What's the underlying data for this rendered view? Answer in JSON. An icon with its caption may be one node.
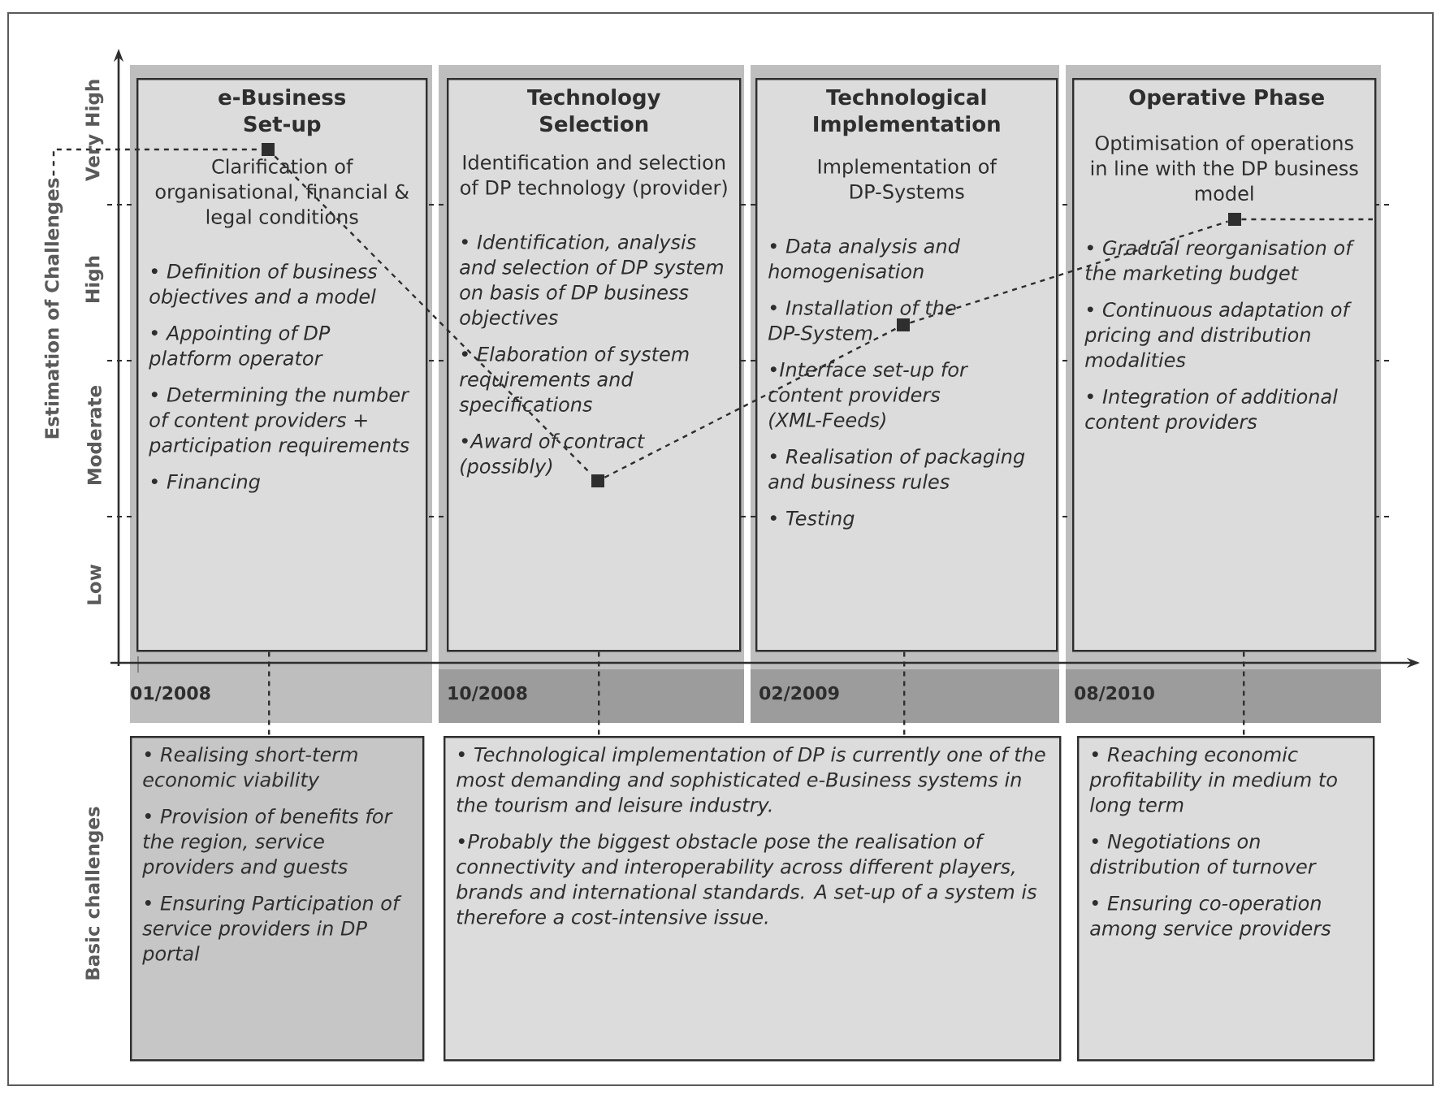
{
  "diagram": {
    "nodes": [
      {
        "text": [
          "e-Business Set-up",
          "Clarification of organisational, financial & legal conditions",
          "• Definition of business objectives and a model",
          "• Appointing of DP platform operator",
          "• Determining the number of content providers +  participation requirements",
          "• Financing"
        ]
      },
      {
        "text": [
          "Technology Selection",
          "Identification and selection of DP technology (provider)",
          "• Identification, analysis and selection of DP system on basis of DP business objectives",
          "• Elaboration of system requirements and specifications",
          "•Award of contract (possibly)"
        ]
      },
      {
        "text": [
          "Technological Implementation",
          "Implementation of DP-Systems",
          "• Data analysis and homogenisation",
          "• Installation of the DP-System",
          "•Interface set-up for content providers (XML-Feeds)",
          "• Realisation of packaging and business rules",
          "• Testing"
        ]
      },
      {
        "text": [
          "Operative Phase",
          "Optimisation of operations in line with the DP business model",
          "• Gradual reorganisation of the marketing budget",
          "• Continuous adaptation of pricing and distribution modalities",
          "• Integration of additional content providers"
        ]
      },
      {
        "text": [
          "• Realising short-term economic viability",
          "• Provision of benefits for the region, service providers and guests",
          "• Ensuring Participation of service providers in DP portal"
        ]
      },
      {
        "text": [
          "• Technological implementation of DP is currently one of the most demanding and sophisticated e-Business systems in the tourism and leisure industry.",
          "•Probably the biggest obstacle pose the realisation of connectivity and interoperability across different players, brands and international standards. A set-up of a system is therefore a cost-intensive issue."
        ]
      },
      {
        "text": [
          "• Reaching economic profitability in medium to long term",
          "• Negotiations on distribution of turnover",
          "• Ensuring co-operation among service providers"
        ]
      },
      {
        "text": [],
        "shape": "box",
        "in": 0
      },
      {
        "text": [],
        "shape": "box",
        "in": 1
      },
      {
        "text": [],
        "shape": "box",
        "in": 2
      },
      {
        "text": [],
        "shape": "box",
        "in": 3
      },
      {
        "text": [
          "Estimation of Challenges"
        ]
      }
    ],
    "edges": [
      {
        "from": 0,
        "to": 4,
        "arrow": "none",
        "style": "dashed"
      },
      {
        "from": 1,
        "to": 5,
        "arrow": "none",
        "style": "dashed"
      },
      {
        "from": 2,
        "to": 5,
        "arrow": "none",
        "style": "dashed"
      },
      {
        "from": 3,
        "to": 6,
        "arrow": "none",
        "style": "dashed"
      },
      {
        "from": 11,
        "to": 7,
        "arrow": "none",
        "style": "dashed"
      },
      {
        "from": 7,
        "to": 8,
        "arrow": "none",
        "style": "dashed"
      },
      {
        "from": 8,
        "to": 9,
        "arrow": "none",
        "style": "dashed"
      },
      {
        "from": 9,
        "to": 10,
        "arrow": "none",
        "style": "dashed"
      },
      {
        "from": 10,
        "to": null,
        "arrow": "none",
        "style": "dashed"
      }
    ],
    "labels": [
      "Very High",
      "High",
      "Moderate",
      "Low",
      "01/2008",
      "10/2008",
      "02/2009",
      "08/2010",
      "Basic challenges"
    ]
  }
}
